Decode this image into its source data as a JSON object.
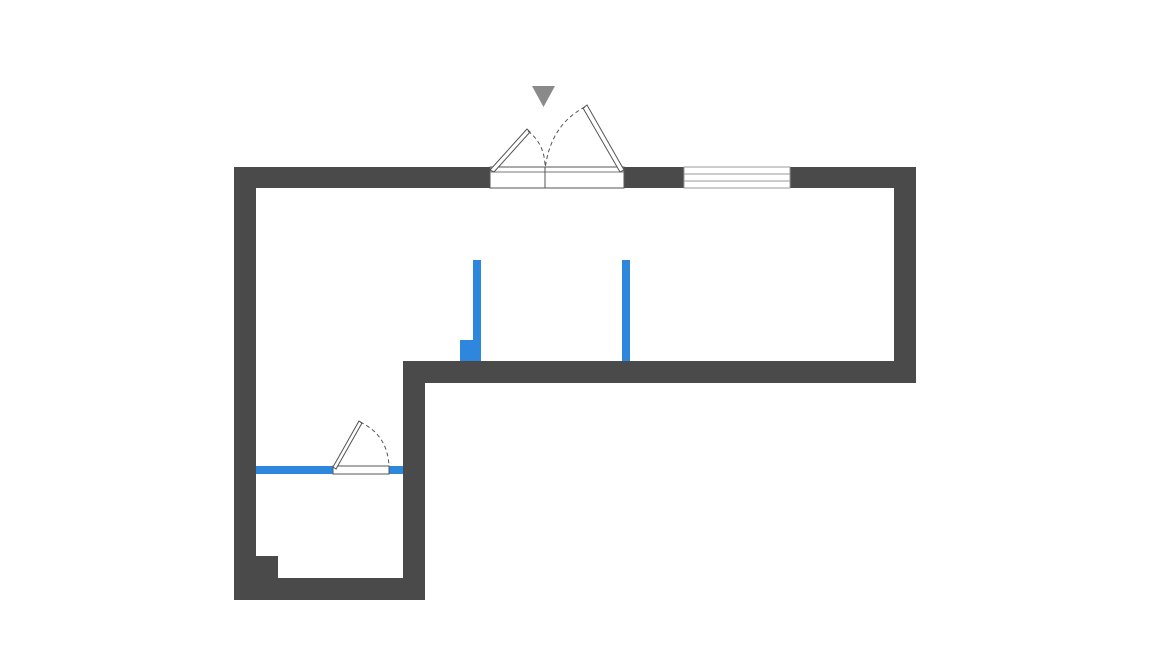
{
  "colors": {
    "background": "#ffffff",
    "exterior_wall": "#4a4a4a",
    "partition_wall": "#2f86dd",
    "entrance_marker": "#8a8a8a",
    "door_line": "#555555",
    "window_line": "#9a9a9a"
  },
  "elements": {
    "entrance_marker_icon": "entrance-arrow-icon",
    "front_door": "double-swing-door",
    "interior_door": "single-swing-door",
    "window": "window"
  }
}
